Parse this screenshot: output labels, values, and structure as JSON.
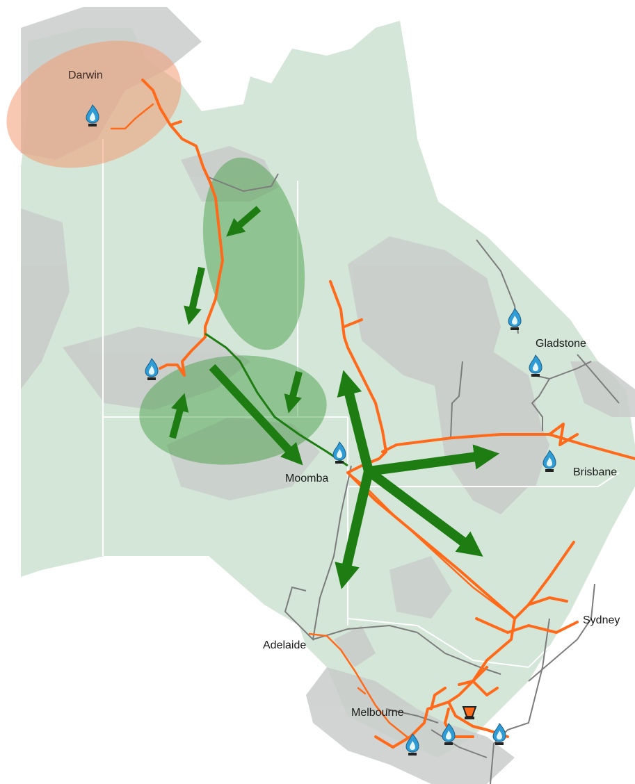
{
  "map": {
    "cities": {
      "darwin": "Darwin",
      "gladstone": "Gladstone",
      "moomba": "Moomba",
      "brisbane": "Brisbane",
      "sydney": "Sydney",
      "adelaide": "Adelaide",
      "melbourne": "Melbourne"
    },
    "icons": {
      "gas_field": "gas-flame-icon",
      "storage": "gas-storage-icon"
    },
    "colors": {
      "land": "#d3e6d8",
      "basin": "#c9cccb",
      "pipeline_existing": "#ff6a1a",
      "pipeline_other": "#7c7c7c",
      "flow_arrow": "#1e7d12",
      "zone_green": "#3c9a3c",
      "zone_orange": "#f29a72",
      "gas_icon": "#2f9cd6"
    }
  }
}
